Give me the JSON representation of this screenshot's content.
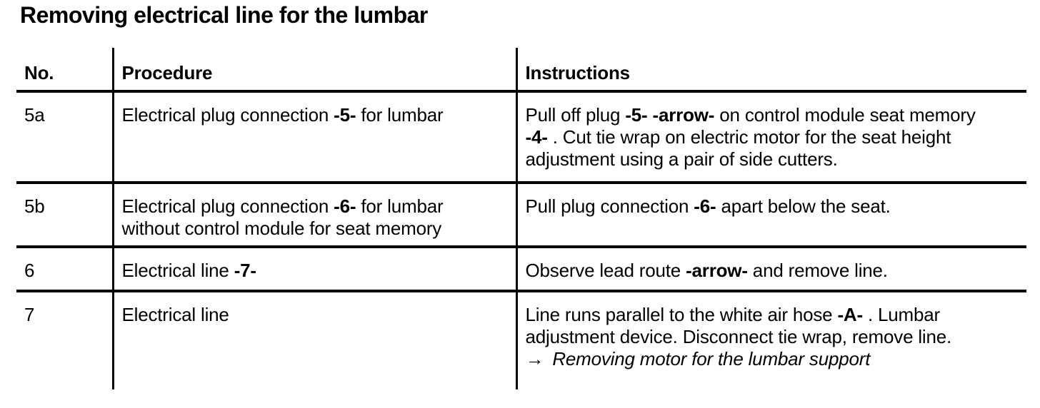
{
  "page": {
    "title": "Removing electrical line for the lumbar"
  },
  "table": {
    "headers": [
      {
        "label": "No."
      },
      {
        "label": "Procedure"
      },
      {
        "label": "Instructions"
      }
    ],
    "rows": [
      {
        "no": "5a",
        "procedure": [
          [
            {
              "t": "Electrical plug connection "
            },
            {
              "t": "-5-",
              "b": true
            },
            {
              "t": " for lumbar"
            }
          ]
        ],
        "instructions": [
          [
            {
              "t": "Pull off plug "
            },
            {
              "t": "-5-",
              "b": true
            },
            {
              "t": " "
            },
            {
              "t": "-arrow-",
              "b": true
            },
            {
              "t": " on control module seat memory"
            }
          ],
          [
            {
              "t": "-4-",
              "b": true
            },
            {
              "t": " . Cut tie wrap on electric motor for the seat height"
            }
          ],
          [
            {
              "t": "adjustment using a pair of side cutters."
            }
          ]
        ]
      },
      {
        "no": "5b",
        "procedure": [
          [
            {
              "t": "Electrical plug connection "
            },
            {
              "t": "-6-",
              "b": true
            },
            {
              "t": " for lumbar"
            }
          ],
          [
            {
              "t": "without control module for seat memory"
            }
          ]
        ],
        "instructions": [
          [
            {
              "t": "Pull plug connection "
            },
            {
              "t": "-6-",
              "b": true
            },
            {
              "t": " apart below the seat."
            }
          ]
        ]
      },
      {
        "no": "6",
        "procedure": [
          [
            {
              "t": "Electrical line "
            },
            {
              "t": "-7-",
              "b": true
            }
          ]
        ],
        "instructions": [
          [
            {
              "t": "Observe lead route "
            },
            {
              "t": "-arrow-",
              "b": true
            },
            {
              "t": " and remove line."
            }
          ]
        ]
      },
      {
        "no": "7",
        "procedure": [
          [
            {
              "t": "Electrical line"
            }
          ]
        ],
        "instructions": [
          [
            {
              "t": "Line runs parallel to the white air hose "
            },
            {
              "t": "-A-",
              "b": true
            },
            {
              "t": " . Lumbar"
            }
          ],
          [
            {
              "t": "adjustment device. Disconnect tie wrap, remove line."
            }
          ],
          [
            {
              "t": "→",
              "arrow": true
            },
            {
              "t": "Removing motor for the lumbar support",
              "i": true
            }
          ]
        ]
      }
    ]
  }
}
